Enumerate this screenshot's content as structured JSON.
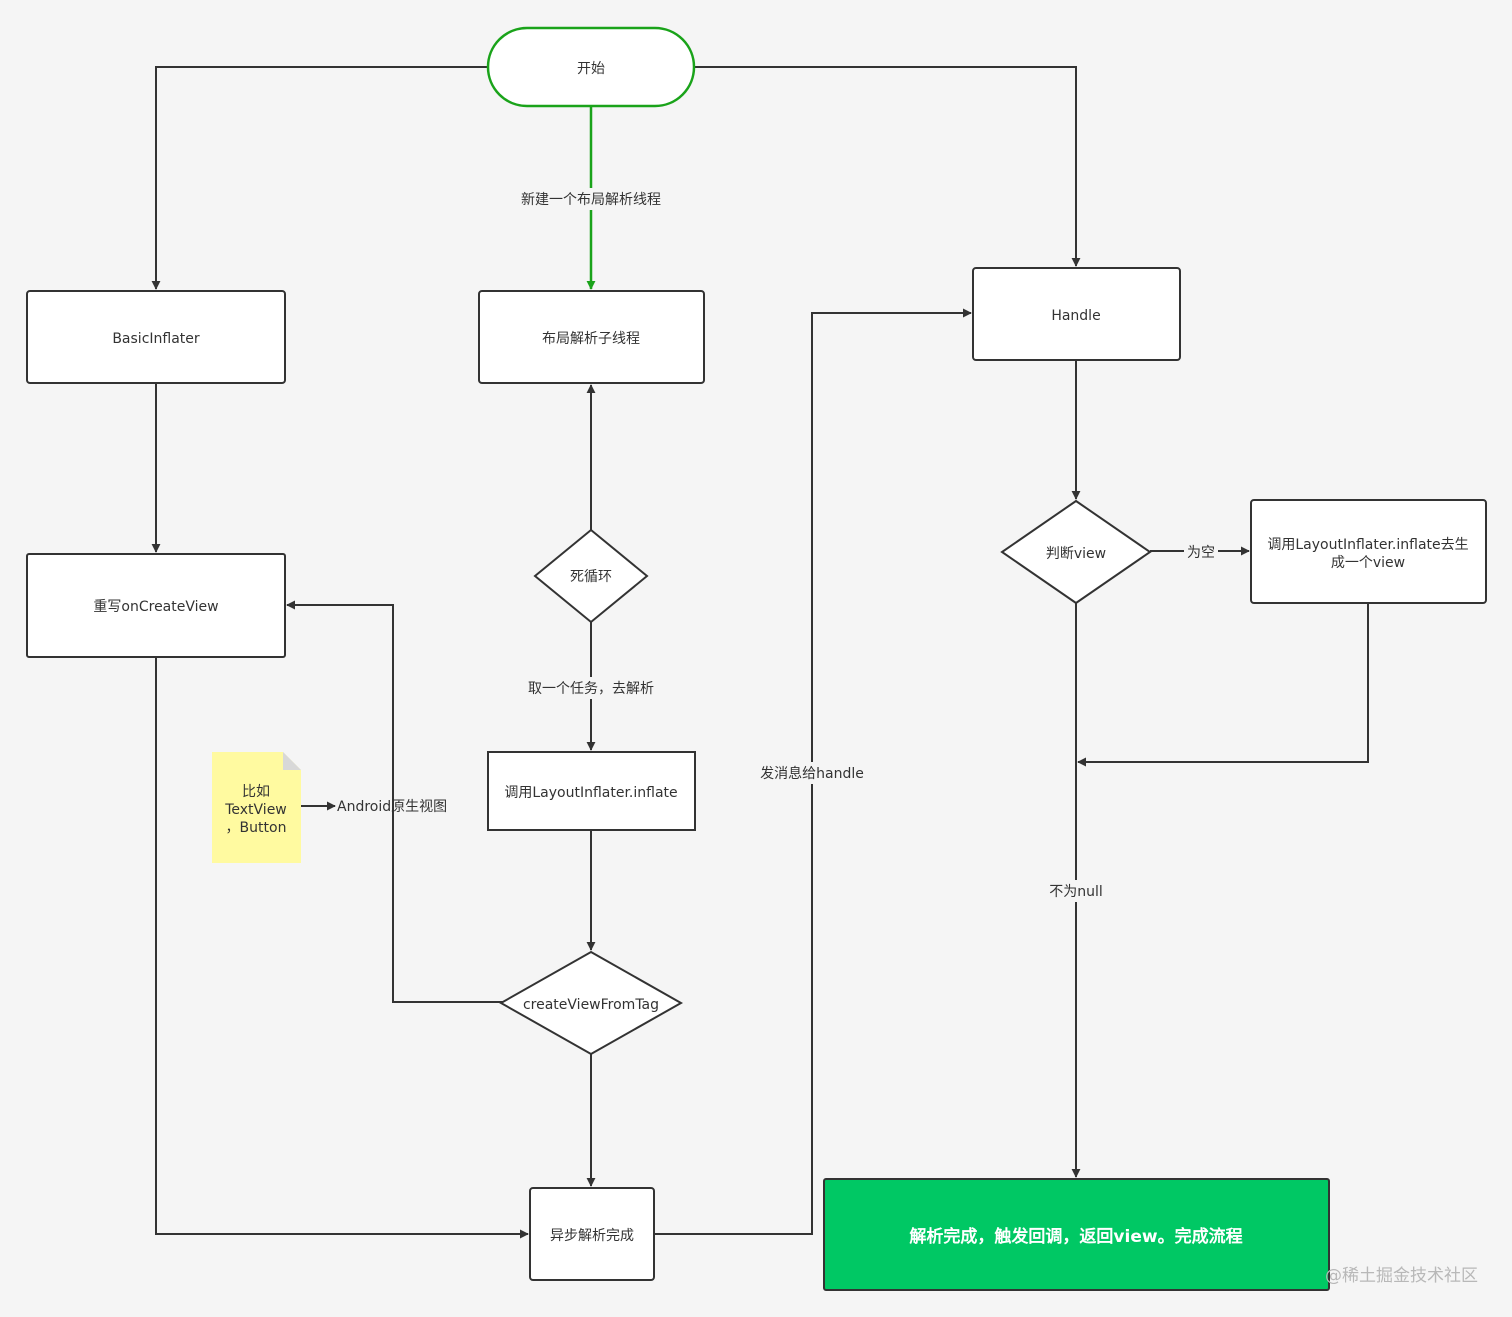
{
  "colors": {
    "background": "#f5f5f5",
    "stroke": "#333333",
    "start_border": "#1aa31a",
    "end_fill": "#00c864",
    "note_fill": "#fffaa0"
  },
  "nodes": {
    "start": "开始",
    "basic_inflater": "BasicInflater",
    "parse_thread": "布局解析子线程",
    "handle": "Handle",
    "override_create_view": "重写onCreateView",
    "dead_loop": "死循环",
    "judge_view": "判断view",
    "inflate_fallback_line1": "调用LayoutInflater.inflate去生",
    "inflate_fallback_line2": "成一个view",
    "call_inflate": "调用LayoutInflater.inflate",
    "create_view_from_tag": "createViewFromTag",
    "async_done": "异步解析完成",
    "finish": "解析完成，触发回调，返回view。完成流程"
  },
  "note": {
    "line1": "比如",
    "line2": "TextView",
    "line3": "，Button"
  },
  "edge_labels": {
    "new_thread": "新建一个布局解析线程",
    "take_task": "取一个任务，去解析",
    "send_message": "发消息给handle",
    "is_empty": "为空",
    "not_null": "不为null",
    "android_native_view": "Android原生视图"
  },
  "watermark": "@稀土掘金技术社区"
}
